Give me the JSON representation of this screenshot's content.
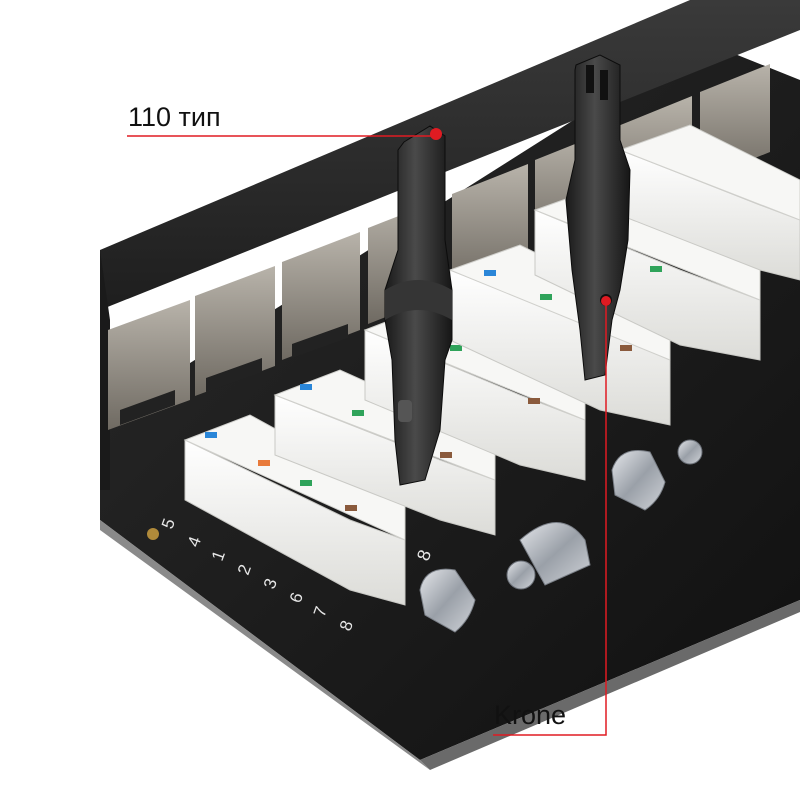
{
  "callouts": {
    "tool_110": "110 тип",
    "tool_krone": "Krone"
  },
  "panel_numbers": [
    "5",
    "4",
    "1",
    "2",
    "3",
    "6",
    "7",
    "8"
  ],
  "block_end_label": "8",
  "colors": {
    "accent_line": "#e01b22",
    "panel_board": "#1c1c1c",
    "faceplate": "#2b2b2b",
    "idc_block": "#f3f3f1",
    "tool_body": "#2a2a2a",
    "pair_blue": "#2a86d8",
    "pair_orange": "#e87a3a",
    "pair_green": "#2fa35a",
    "pair_brown": "#8a5a3c"
  }
}
